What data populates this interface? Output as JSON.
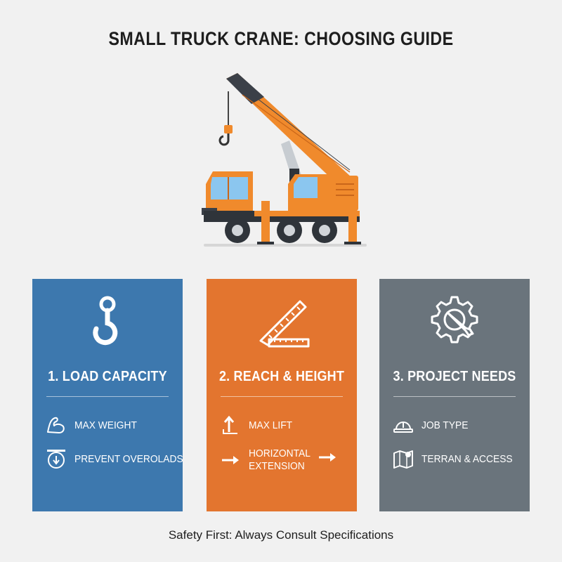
{
  "title": "SMALL TRUCK CRANE: CHOOSING GUIDE",
  "colors": {
    "card_blue": "#3d78ae",
    "card_orange": "#e3752f",
    "card_gray": "#6a747c",
    "crane_orange": "#f08a2c",
    "background": "#f1f1f1"
  },
  "cards": [
    {
      "title": "1. LOAD CAPACITY",
      "icon": "crane-hook-icon",
      "items": [
        {
          "icon": "flexed-arm-icon",
          "label": "MAX WEIGHT"
        },
        {
          "icon": "scale-gauge-icon",
          "label": "PREVENT OVEROLADS"
        }
      ]
    },
    {
      "title": "2. REACH & HEIGHT",
      "icon": "ruler-triangle-icon",
      "items": [
        {
          "icon": "arrow-up-icon",
          "label": "MAX LIFT"
        },
        {
          "icon": "arrow-right-icon",
          "label_line1": "HORIZONTAL",
          "label_line2": "EXTENSION"
        }
      ]
    },
    {
      "title": "3. PROJECT NEEDS",
      "icon": "gear-wrench-icon",
      "items": [
        {
          "icon": "hard-hat-icon",
          "label": "JOB TYPE"
        },
        {
          "icon": "map-icon",
          "label": "TERRAN & ACCESS"
        }
      ]
    }
  ],
  "footer": "Safety First: Always Consult Specifications"
}
